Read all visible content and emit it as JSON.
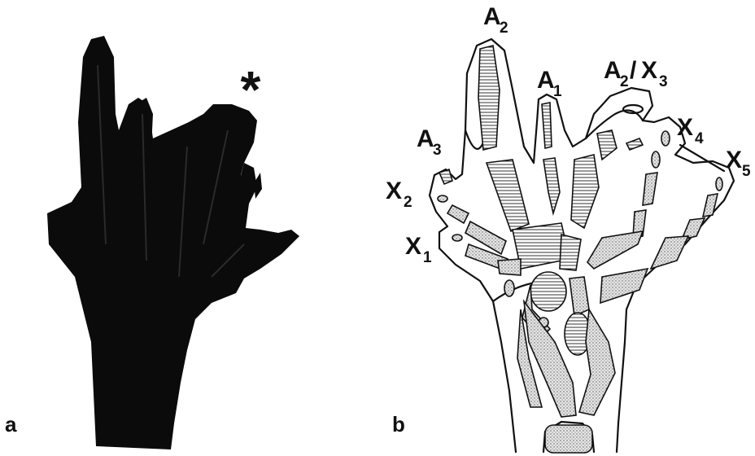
{
  "panels": {
    "a": {
      "letter": "a",
      "marker": "*"
    },
    "b": {
      "letter": "b",
      "labels": {
        "a2": {
          "main": "A",
          "sub": "2"
        },
        "a1": {
          "main": "A",
          "sub": "1"
        },
        "a2x3": {
          "main1": "A",
          "sub1": "2",
          "slash": "/",
          "main2": "X",
          "sub2": "3"
        },
        "x4": {
          "main": "X",
          "sub": "4"
        },
        "x5": {
          "main": "X",
          "sub": "5"
        },
        "a3": {
          "main": "A",
          "sub": "3"
        },
        "x2": {
          "main": "X",
          "sub": "2"
        },
        "x1": {
          "main": "X",
          "sub": "1"
        }
      }
    }
  },
  "colors": {
    "ink": "#111111",
    "paper": "#ffffff",
    "silhouette": "#0b0b0b"
  }
}
